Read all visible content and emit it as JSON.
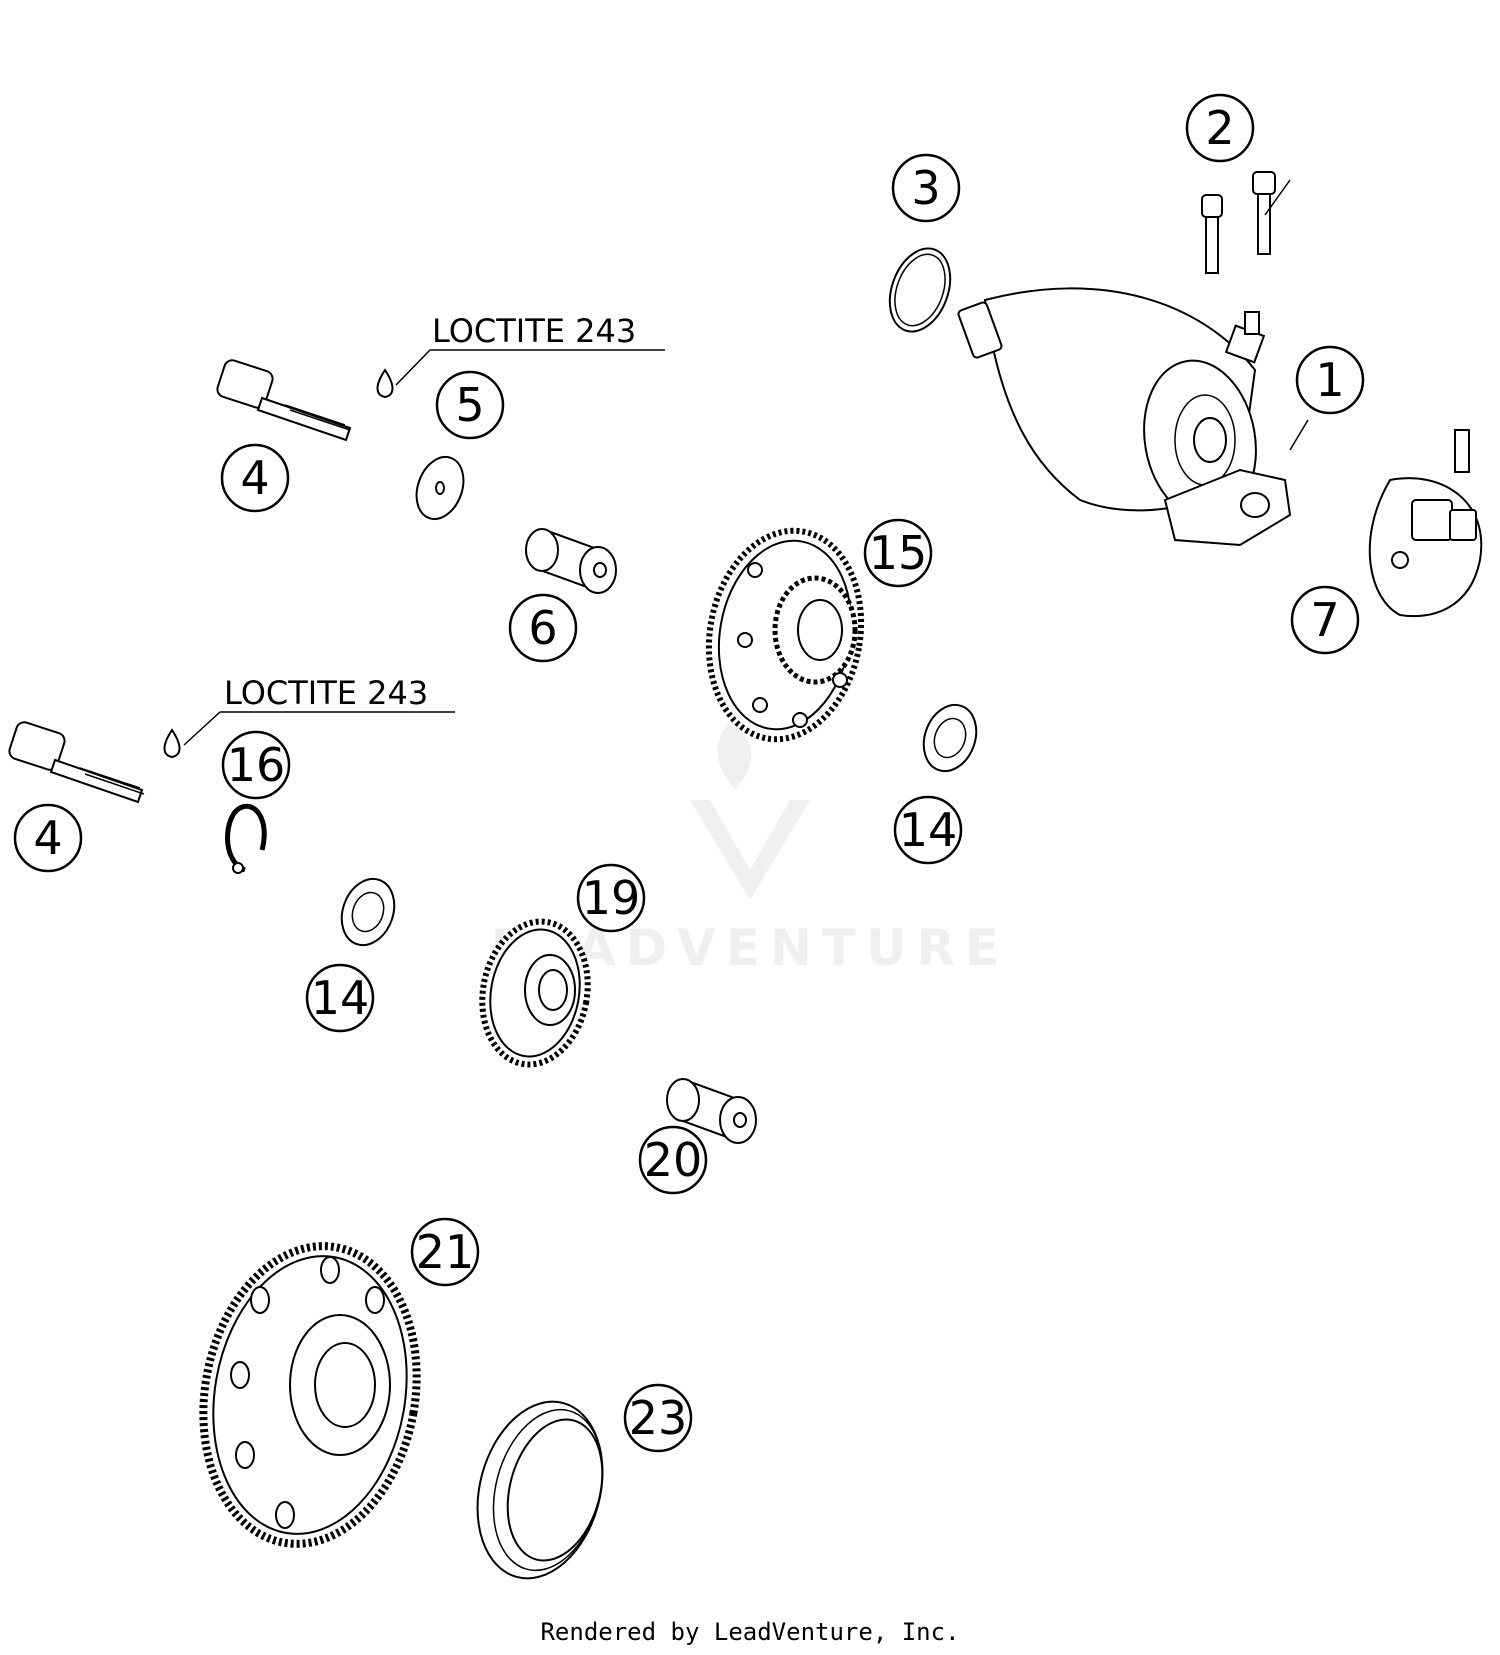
{
  "callouts": [
    {
      "id": "p1",
      "label": "1"
    },
    {
      "id": "p2",
      "label": "2"
    },
    {
      "id": "p3",
      "label": "3"
    },
    {
      "id": "p4a",
      "label": "4"
    },
    {
      "id": "p4b",
      "label": "4"
    },
    {
      "id": "p5",
      "label": "5"
    },
    {
      "id": "p6",
      "label": "6"
    },
    {
      "id": "p7",
      "label": "7"
    },
    {
      "id": "p14a",
      "label": "14"
    },
    {
      "id": "p14b",
      "label": "14"
    },
    {
      "id": "p15",
      "label": "15"
    },
    {
      "id": "p16",
      "label": "16"
    },
    {
      "id": "p19",
      "label": "19"
    },
    {
      "id": "p20",
      "label": "20"
    },
    {
      "id": "p21",
      "label": "21"
    },
    {
      "id": "p23",
      "label": "23"
    }
  ],
  "notes": {
    "loctite_top": "LOCTITE 243",
    "loctite_bottom": "LOCTITE 243"
  },
  "watermark": "LEADVENTURE",
  "footer": "Rendered by LeadVenture, Inc."
}
